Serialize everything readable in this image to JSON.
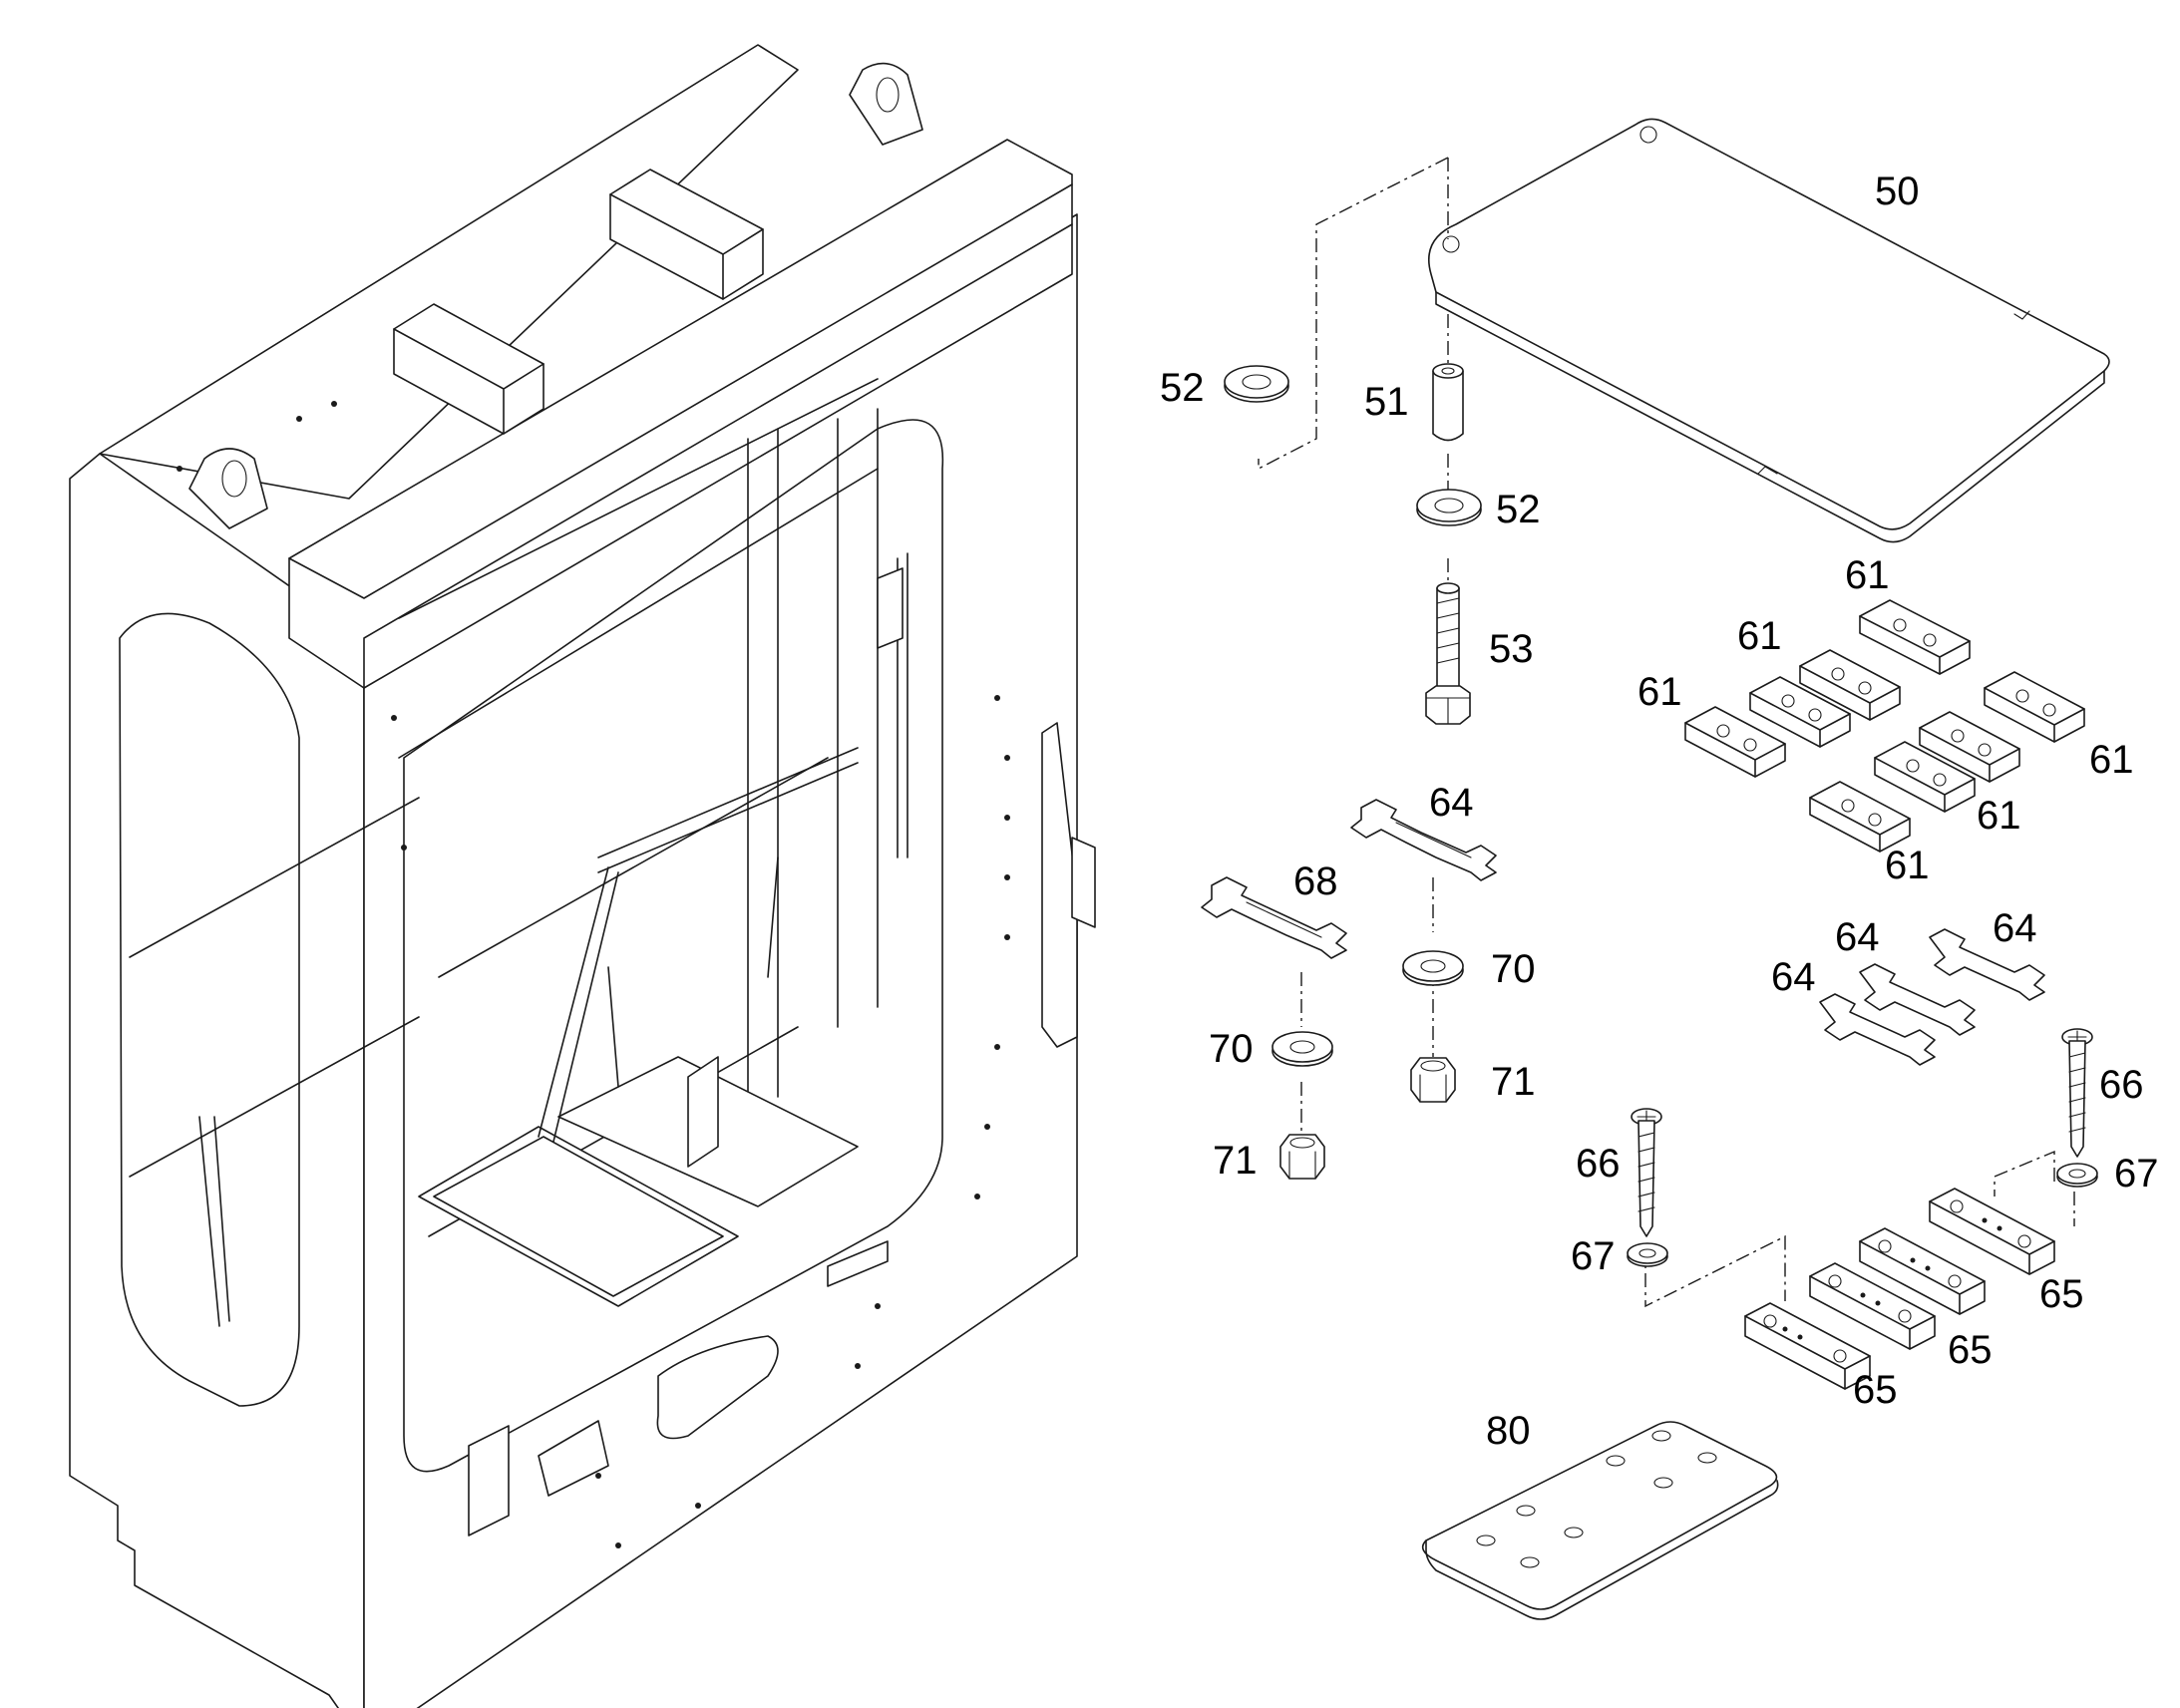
{
  "callouts": {
    "c50": "50",
    "c51": "51",
    "c52a": "52",
    "c52b": "52",
    "c53": "53",
    "c61a": "61",
    "c61b": "61",
    "c61c": "61",
    "c61d": "61",
    "c61e": "61",
    "c61f": "61",
    "c64a": "64",
    "c64b": "64",
    "c64c": "64",
    "c64d": "64",
    "c65a": "65",
    "c65b": "65",
    "c65c": "65",
    "c66a": "66",
    "c66b": "66",
    "c67a": "67",
    "c67b": "67",
    "c68": "68",
    "c70a": "70",
    "c70b": "70",
    "c71a": "71",
    "c71b": "71",
    "c80": "80"
  }
}
